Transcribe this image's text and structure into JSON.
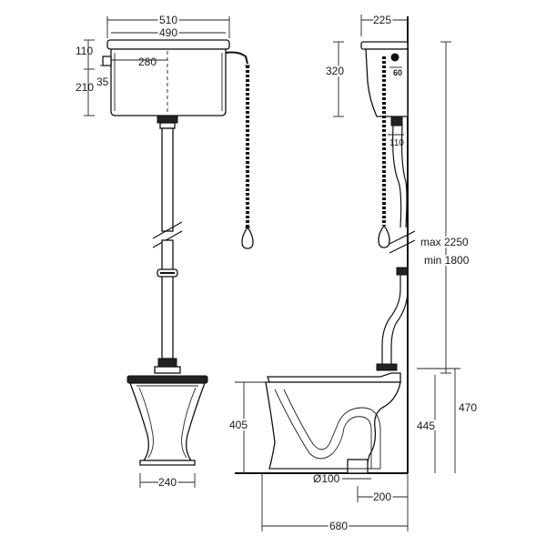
{
  "dimensions": {
    "cistern_width_outer": "510",
    "cistern_width_inner": "490",
    "cistern_lid_height": "110",
    "cistern_inlet_offset": "280",
    "cistern_inlet_height": "35",
    "cistern_body_height": "210",
    "side_cistern_depth": "225",
    "side_cistern_height": "320",
    "flush_pipe_offset": "110",
    "cistern_logo": "60",
    "height_max": "max 2250",
    "height_min": "min 1800",
    "outlet_height_a": "470",
    "outlet_height_b": "445",
    "pan_height": "405",
    "pan_base_width": "240",
    "outlet_diameter": "Ø100",
    "outlet_to_wall": "200",
    "total_projection": "680"
  }
}
